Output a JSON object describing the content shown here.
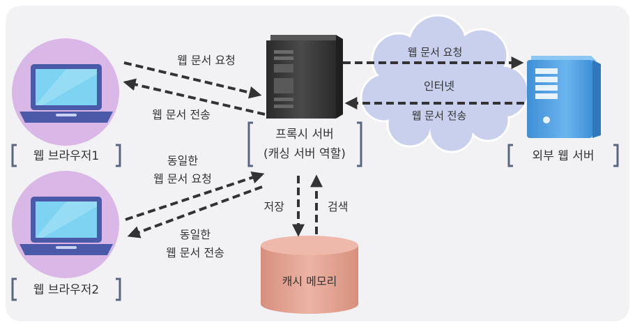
{
  "clients": [
    {
      "label": "웹 브라우저1"
    },
    {
      "label": "웹 브라우저2"
    }
  ],
  "proxy": {
    "line1": "프록시 서버",
    "line2": "(캐싱 서버 역할)"
  },
  "external": {
    "label": "외부 웹 서버"
  },
  "cloud": {
    "label": "인터넷"
  },
  "cache": {
    "label": "캐시 메모리"
  },
  "arrows": {
    "req1": "웹 문서 요청",
    "resp1": "웹 문서 전송",
    "req2_line1": "동일한",
    "req2_line2": "웹 문서 요청",
    "resp2_line1": "동일한",
    "resp2_line2": "웹 문서 전송",
    "ext_req": "웹 문서 요청",
    "ext_resp": "웹 문서 전송",
    "store": "저장",
    "search": "검색"
  },
  "colors": {
    "client_circle": "#d9b7e6",
    "laptop_body": "#4a5aa8",
    "laptop_screen": "#7fd3f2",
    "server_tower": "#3a3a3a",
    "cloud_fill": "#c9d0ee",
    "external_server": "#5aa6e6",
    "cache_cylinder": "#e0a290",
    "arrow": "#333333",
    "bracket": "#5a6680"
  }
}
